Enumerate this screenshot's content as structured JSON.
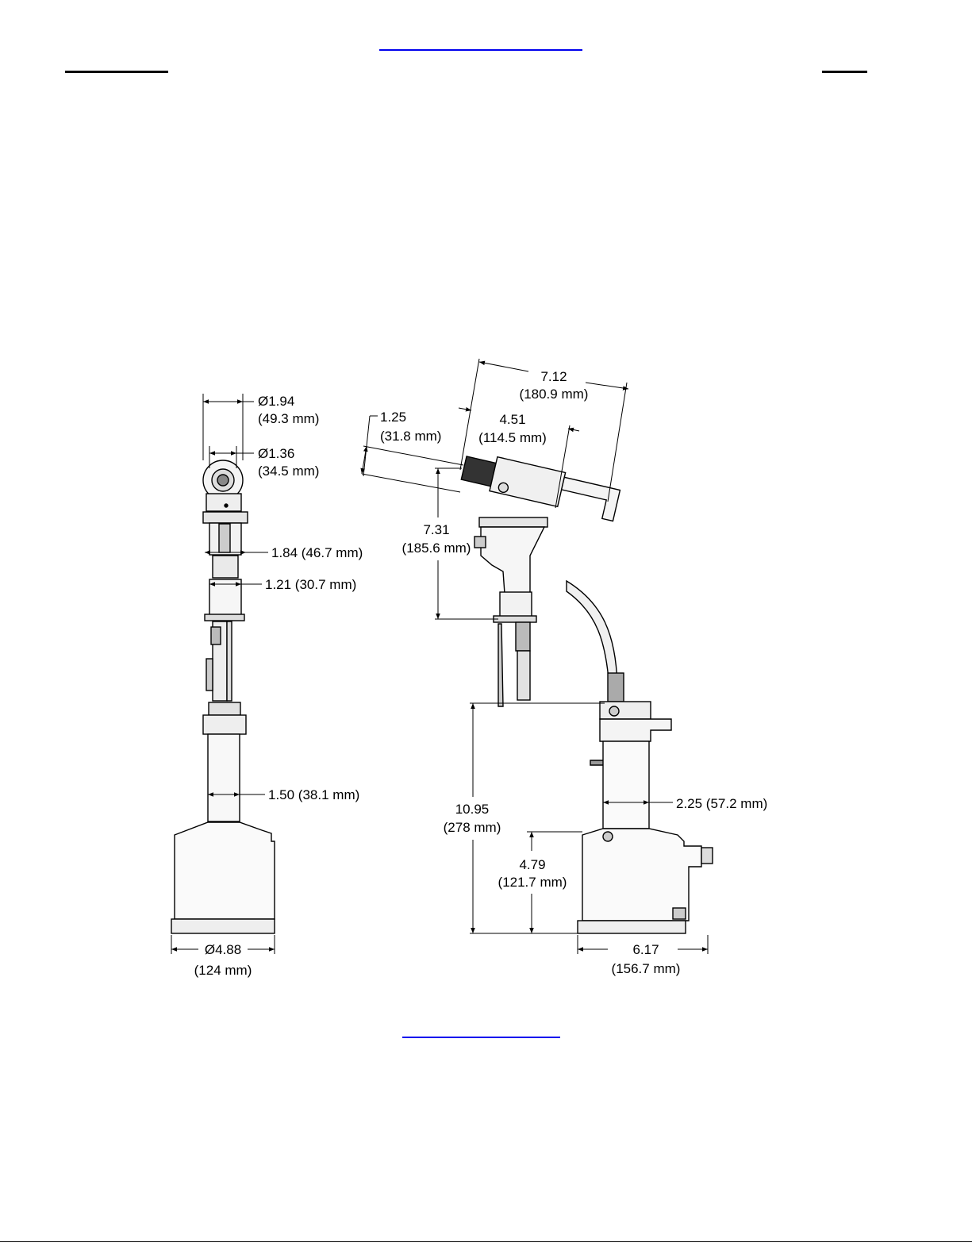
{
  "labels": {
    "left_top_dia": "Ø1.94",
    "left_top_dia_mm": "(49.3 mm)",
    "left_inner_dia": "Ø1.36",
    "left_inner_dia_mm": "(34.5 mm)",
    "left_width_1": "1.84 (46.7 mm)",
    "left_width_2": "1.21 (30.7 mm)",
    "left_width_3": "1.50 (38.1 mm)",
    "left_base_dia": "Ø4.88",
    "left_base_dia_mm": "(124 mm)",
    "head_length": "7.12",
    "head_length_mm": "(180.9 mm)",
    "nose_length": "1.25",
    "nose_length_mm": "(31.8 mm)",
    "body_length": "4.51",
    "body_length_mm": "(114.5 mm)",
    "handle_height": "7.31",
    "handle_height_mm": "(185.6 mm)",
    "base_height": "10.95",
    "base_height_mm": "(278 mm)",
    "column_width": "2.25 (57.2 mm)",
    "tank_height": "4.79",
    "tank_height_mm": "(121.7 mm)",
    "base_length": "6.17",
    "base_length_mm": "(156.7 mm)"
  }
}
